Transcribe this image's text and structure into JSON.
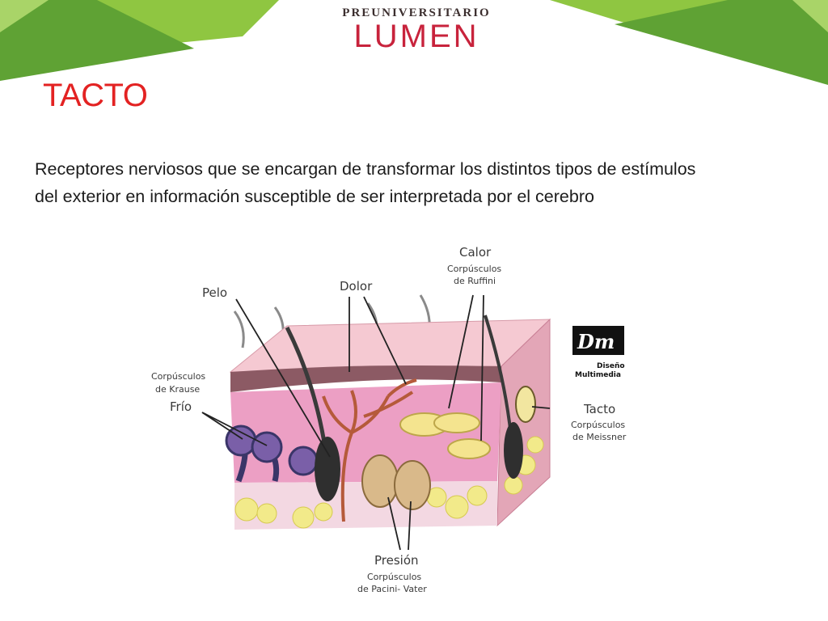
{
  "header": {
    "logo_top": "PREUNIVERSITARIO",
    "logo_main": "LUMEN"
  },
  "slide": {
    "title": "TACTO",
    "description": "Receptores nerviosos que se encargan de transformar los distintos tipos de estímulos del exterior en información susceptible de ser interpretada por el cerebro"
  },
  "diagram": {
    "labels": {
      "calor": "Calor",
      "calor_sub1": "Corpúsculos",
      "calor_sub2": "de Ruffini",
      "pelo": "Pelo",
      "dolor": "Dolor",
      "krause_sub1": "Corpúsculos",
      "krause_sub2": "de Krause",
      "frio": "Frío",
      "tacto": "Tacto",
      "tacto_sub1": "Corpúsculos",
      "tacto_sub2": "de Meissner",
      "presion": "Presión",
      "presion_sub1": "Corpúsculos",
      "presion_sub2": "de Pacini- Vater"
    },
    "badge": {
      "mark": "Dm",
      "line1": "Diseño",
      "line2": "Multimedia"
    }
  },
  "colors": {
    "green_dark": "#5fa234",
    "green_light": "#8fc641",
    "title_red": "#e32222",
    "logo_red": "#c8233c"
  }
}
